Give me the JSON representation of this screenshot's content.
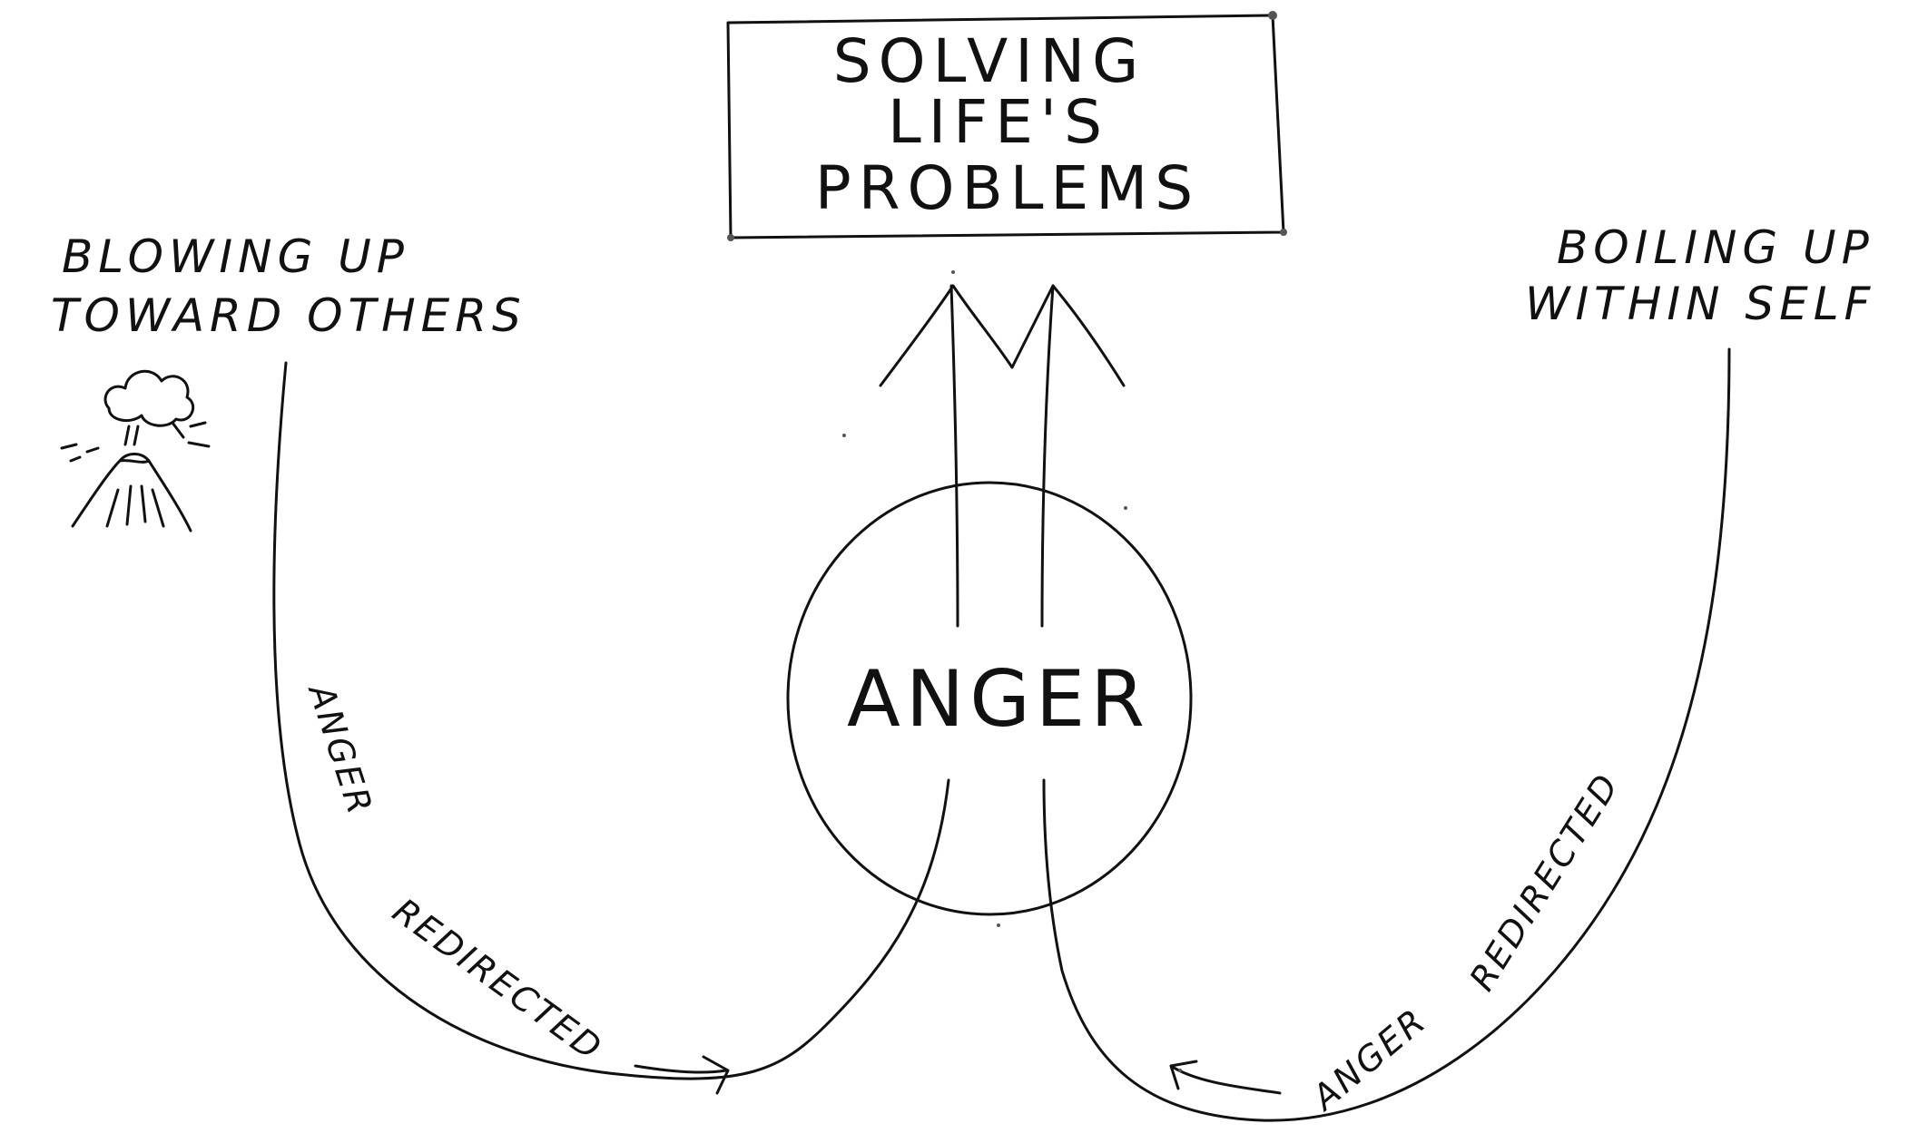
{
  "diagram": {
    "title_lines": [
      "SOLVING",
      "LIFE'S",
      "PROBLEMS"
    ],
    "left_label_lines": [
      "BLOWING UP",
      "TOWARD OTHERS"
    ],
    "right_label_lines": [
      "BOILING UP",
      "WITHIN SELF"
    ],
    "center_label": "ANGER",
    "left_path_label": {
      "word1": "ANGER",
      "word2": "REDIRECTED"
    },
    "right_path_label": {
      "word1": "ANGER",
      "word2": "REDIRECTED"
    },
    "icons": [
      "volcano-icon"
    ],
    "ink_color": "#111111",
    "background_color": "#ffffff"
  }
}
